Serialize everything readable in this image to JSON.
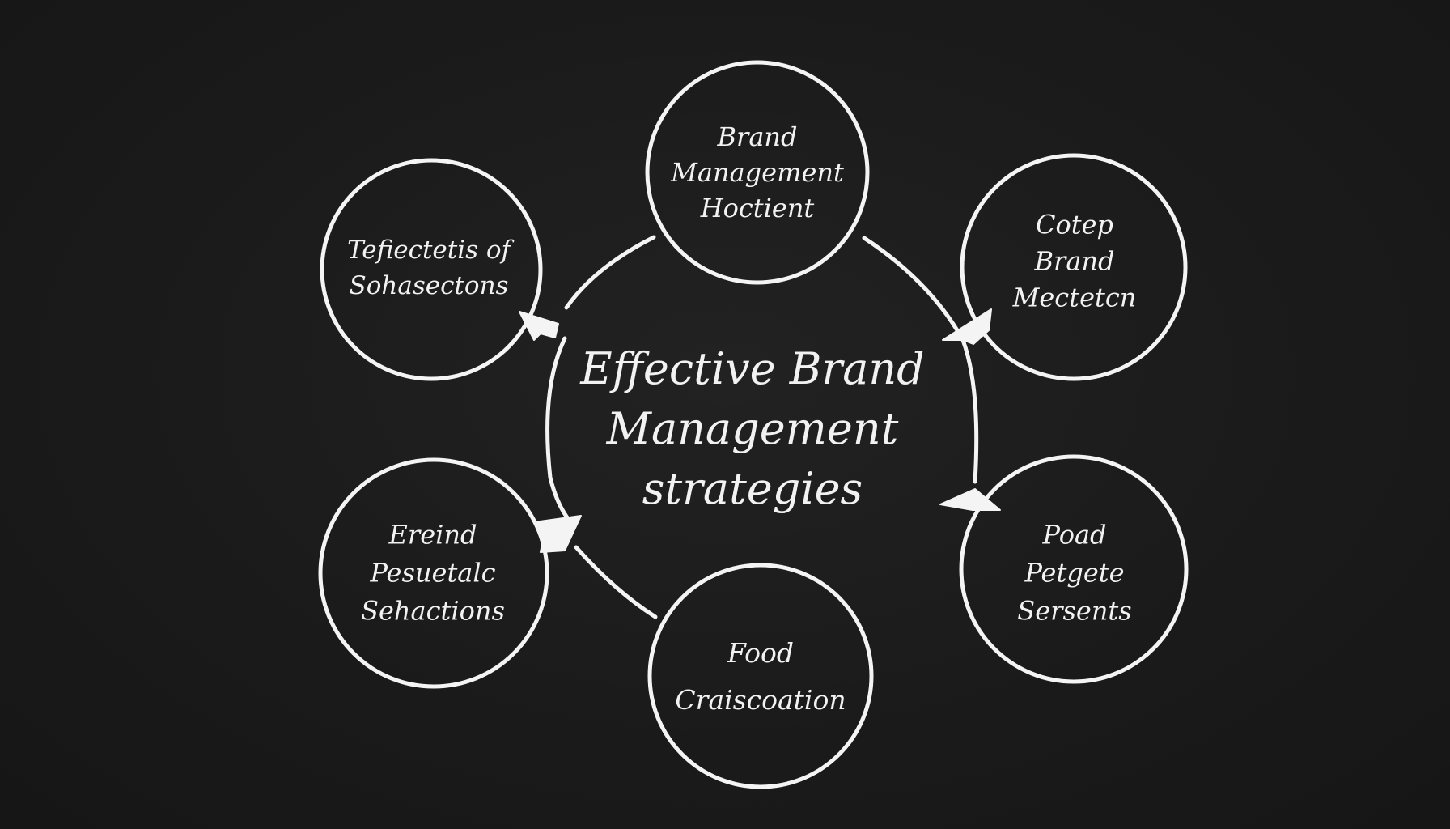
{
  "diagram": {
    "center": {
      "label": "Effective Brand\nManagement\nstrategies"
    },
    "nodes": [
      {
        "id": "top",
        "label": "Brand\nManagement\nHoctient"
      },
      {
        "id": "top-left",
        "label": "Tefiectetis of\nSohasectons"
      },
      {
        "id": "top-right",
        "label": "Cotep\nBrand\nMectetcn"
      },
      {
        "id": "bottom-left",
        "label": "Ereind\nPesuetalc\nSehactions"
      },
      {
        "id": "bottom-right",
        "label": "Poad\nPetgete\nSersents"
      },
      {
        "id": "bottom",
        "label": "Food\nCraiscoation"
      }
    ]
  }
}
